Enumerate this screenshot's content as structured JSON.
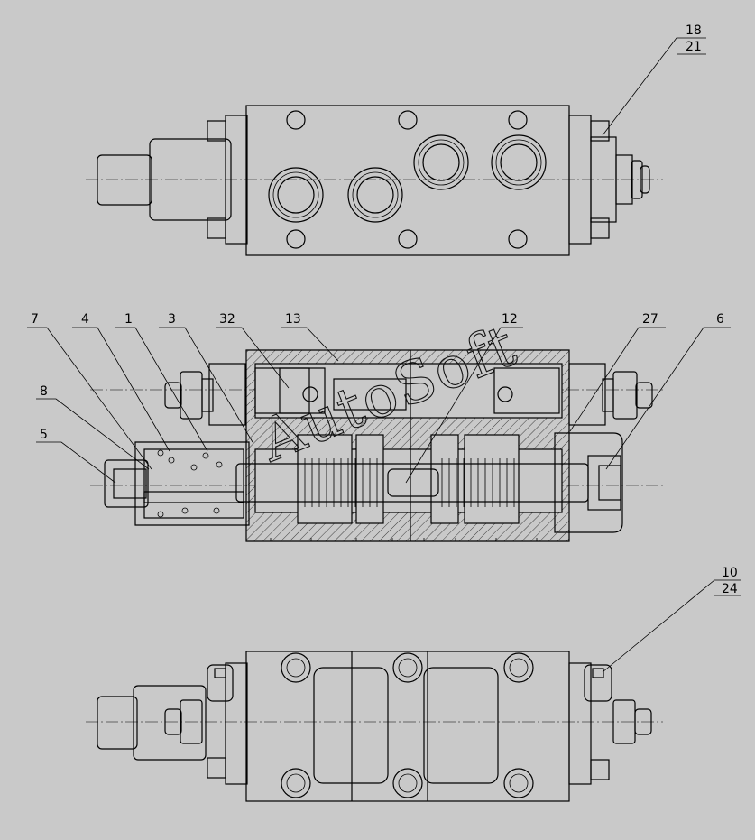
{
  "drawing": {
    "callouts": {
      "c18": "18",
      "c21": "21",
      "c7": "7",
      "c4": "4",
      "c1": "1",
      "c3": "3",
      "c32": "32",
      "c13": "13",
      "c12": "12",
      "c27": "27",
      "c6": "6",
      "c8": "8",
      "c5": "5",
      "c10": "10",
      "c24": "24"
    },
    "watermark": "AutoSoft",
    "colors": {
      "background": "#c9c9c9",
      "line": "#000000"
    }
  }
}
